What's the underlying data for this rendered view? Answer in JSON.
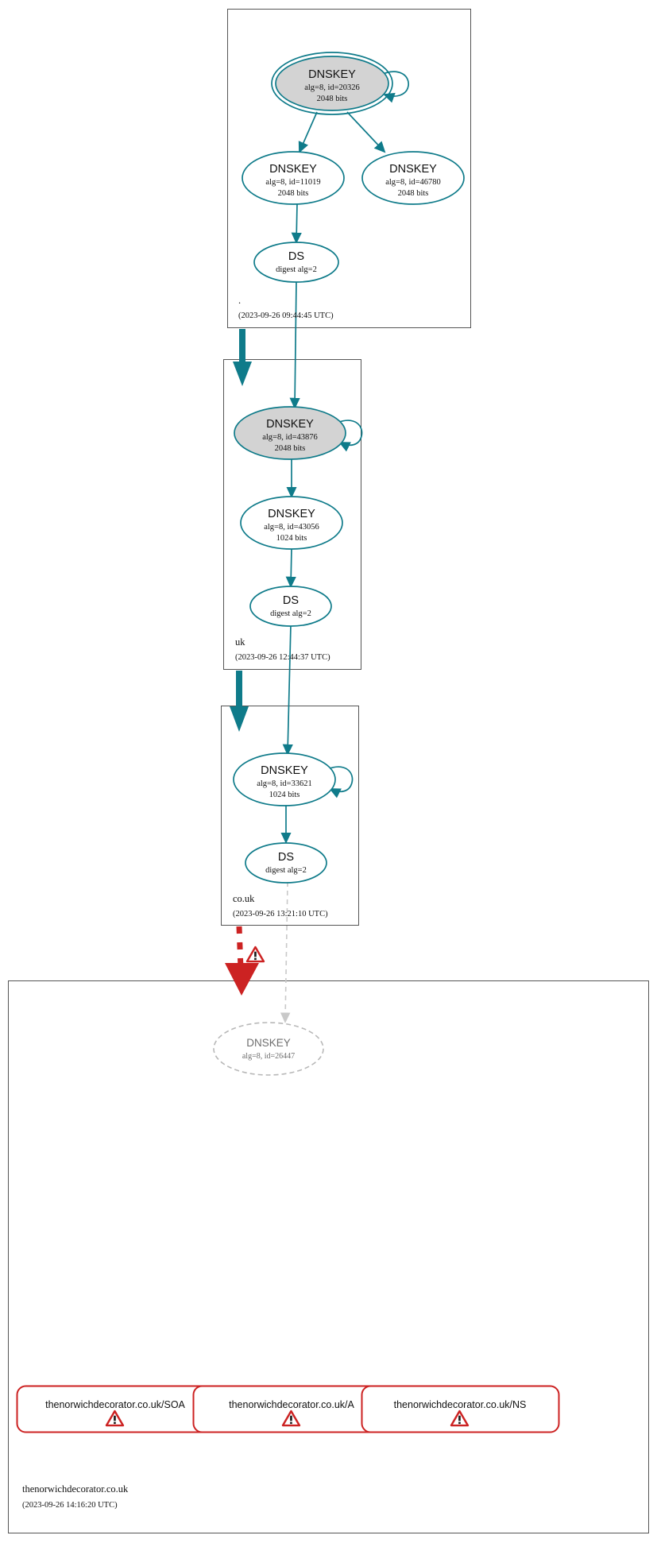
{
  "diagram": {
    "kind": "dnssec-authentication-chain",
    "colors": {
      "secure": "#0f7b8a",
      "bogus": "#cc2222",
      "insecure": "#c9c9c9",
      "ksk_fill": "#d3d3d3",
      "zone_border": "#555555"
    }
  },
  "zones": [
    {
      "id": "root",
      "label": ".",
      "timestamp": "(2023-09-26 09:44:45 UTC)",
      "nodes": [
        {
          "id": "root-ksk",
          "type": "DNSKEY",
          "title": "DNSKEY",
          "line2": "alg=8, id=20326",
          "line3": "2048 bits",
          "style": "secure-ksk"
        },
        {
          "id": "root-zsk1",
          "type": "DNSKEY",
          "title": "DNSKEY",
          "line2": "alg=8, id=11019",
          "line3": "2048 bits",
          "style": "secure"
        },
        {
          "id": "root-zsk2",
          "type": "DNSKEY",
          "title": "DNSKEY",
          "line2": "alg=8, id=46780",
          "line3": "2048 bits",
          "style": "secure"
        },
        {
          "id": "root-ds",
          "type": "DS",
          "title": "DS",
          "line2": "digest alg=2",
          "line3": "",
          "style": "secure"
        }
      ]
    },
    {
      "id": "uk",
      "label": "uk",
      "timestamp": "(2023-09-26 12:44:37 UTC)",
      "nodes": [
        {
          "id": "uk-ksk",
          "type": "DNSKEY",
          "title": "DNSKEY",
          "line2": "alg=8, id=43876",
          "line3": "2048 bits",
          "style": "secure-ksk"
        },
        {
          "id": "uk-zsk",
          "type": "DNSKEY",
          "title": "DNSKEY",
          "line2": "alg=8, id=43056",
          "line3": "1024 bits",
          "style": "secure"
        },
        {
          "id": "uk-ds",
          "type": "DS",
          "title": "DS",
          "line2": "digest alg=2",
          "line3": "",
          "style": "secure"
        }
      ]
    },
    {
      "id": "co.uk",
      "label": "co.uk",
      "timestamp": "(2023-09-26 13:21:10 UTC)",
      "nodes": [
        {
          "id": "couk-ksk",
          "type": "DNSKEY",
          "title": "DNSKEY",
          "line2": "alg=8, id=33621",
          "line3": "1024 bits",
          "style": "secure"
        },
        {
          "id": "couk-ds",
          "type": "DS",
          "title": "DS",
          "line2": "digest alg=2",
          "line3": "",
          "style": "secure"
        }
      ]
    },
    {
      "id": "thenorwichdecorator.co.uk",
      "label": "thenorwichdecorator.co.uk",
      "timestamp": "(2023-09-26 14:16:20 UTC)",
      "nodes": [
        {
          "id": "leaf-key",
          "type": "DNSKEY",
          "title": "DNSKEY",
          "line2": "alg=8, id=26447",
          "line3": "",
          "style": "insecure"
        }
      ],
      "rrsets": [
        {
          "id": "rr-soa",
          "label": "thenorwichdecorator.co.uk/SOA",
          "status": "bogus",
          "icon": "warning-triangle-icon"
        },
        {
          "id": "rr-a",
          "label": "thenorwichdecorator.co.uk/A",
          "status": "bogus",
          "icon": "warning-triangle-icon"
        },
        {
          "id": "rr-ns",
          "label": "thenorwichdecorator.co.uk/NS",
          "status": "bogus",
          "icon": "warning-triangle-icon"
        }
      ]
    }
  ],
  "edges": [
    {
      "id": "e-root-ksk-self",
      "from": "root-ksk",
      "to": "root-ksk",
      "style": "secure-selfloop"
    },
    {
      "id": "e-root-ksk-zsk1",
      "from": "root-ksk",
      "to": "root-zsk1",
      "style": "secure"
    },
    {
      "id": "e-root-ksk-zsk2",
      "from": "root-ksk",
      "to": "root-zsk2",
      "style": "secure"
    },
    {
      "id": "e-root-zsk1-ds",
      "from": "root-zsk1",
      "to": "root-ds",
      "style": "secure"
    },
    {
      "id": "e-root-ds-uk",
      "from": "root-ds",
      "to": "uk-ksk",
      "style": "secure"
    },
    {
      "id": "e-root-zone-uk",
      "from": "root",
      "to": "uk",
      "style": "secure-block-arrow"
    },
    {
      "id": "e-uk-ksk-self",
      "from": "uk-ksk",
      "to": "uk-ksk",
      "style": "secure-selfloop"
    },
    {
      "id": "e-uk-ksk-zsk",
      "from": "uk-ksk",
      "to": "uk-zsk",
      "style": "secure"
    },
    {
      "id": "e-uk-zsk-ds",
      "from": "uk-zsk",
      "to": "uk-ds",
      "style": "secure"
    },
    {
      "id": "e-uk-ds-couk",
      "from": "uk-ds",
      "to": "couk-ksk",
      "style": "secure"
    },
    {
      "id": "e-uk-zone-couk",
      "from": "uk",
      "to": "co.uk",
      "style": "secure-block-arrow"
    },
    {
      "id": "e-couk-ksk-self",
      "from": "couk-ksk",
      "to": "couk-ksk",
      "style": "secure-selfloop"
    },
    {
      "id": "e-couk-ksk-ds",
      "from": "couk-ksk",
      "to": "couk-ds",
      "style": "secure"
    },
    {
      "id": "e-couk-zone-leaf",
      "from": "co.uk",
      "to": "thenorwichdecorator.co.uk",
      "style": "bogus-block-arrow",
      "icon": "warning-triangle-icon"
    },
    {
      "id": "e-couk-ds-leafkey",
      "from": "couk-ds",
      "to": "leaf-key",
      "style": "insecure-dashed"
    }
  ]
}
